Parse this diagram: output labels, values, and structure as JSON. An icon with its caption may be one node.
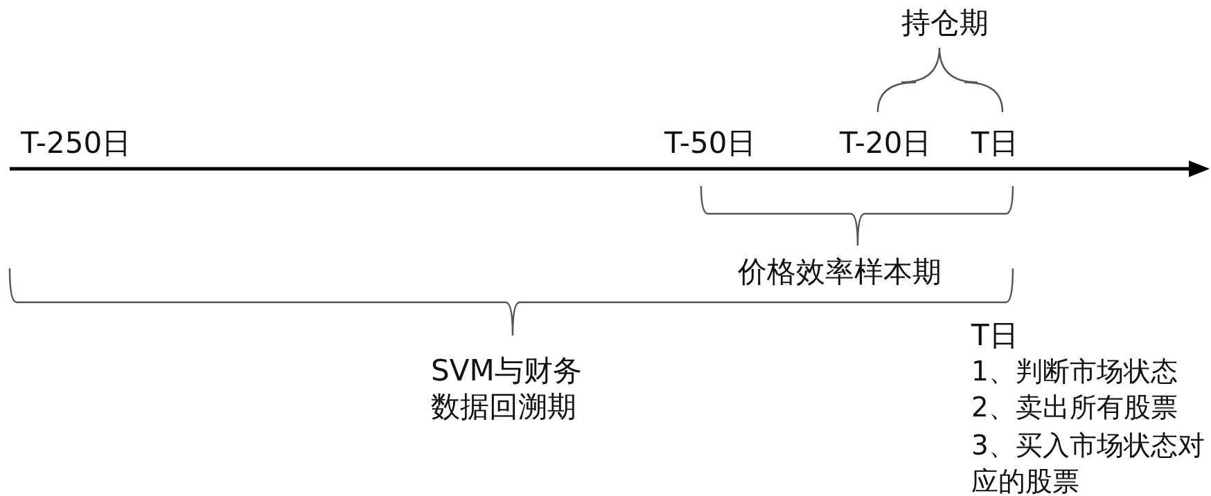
{
  "diagram": {
    "labels": [
      "持仓期",
      "T-250日",
      "T-50日",
      "T-20日",
      "T日",
      "价格效率样本期",
      "SVM与财务数据回溯期",
      "T日",
      "1、判断市场状态",
      "2、卖出所有股票",
      "3、买入市场状态对应的股票"
    ]
  }
}
